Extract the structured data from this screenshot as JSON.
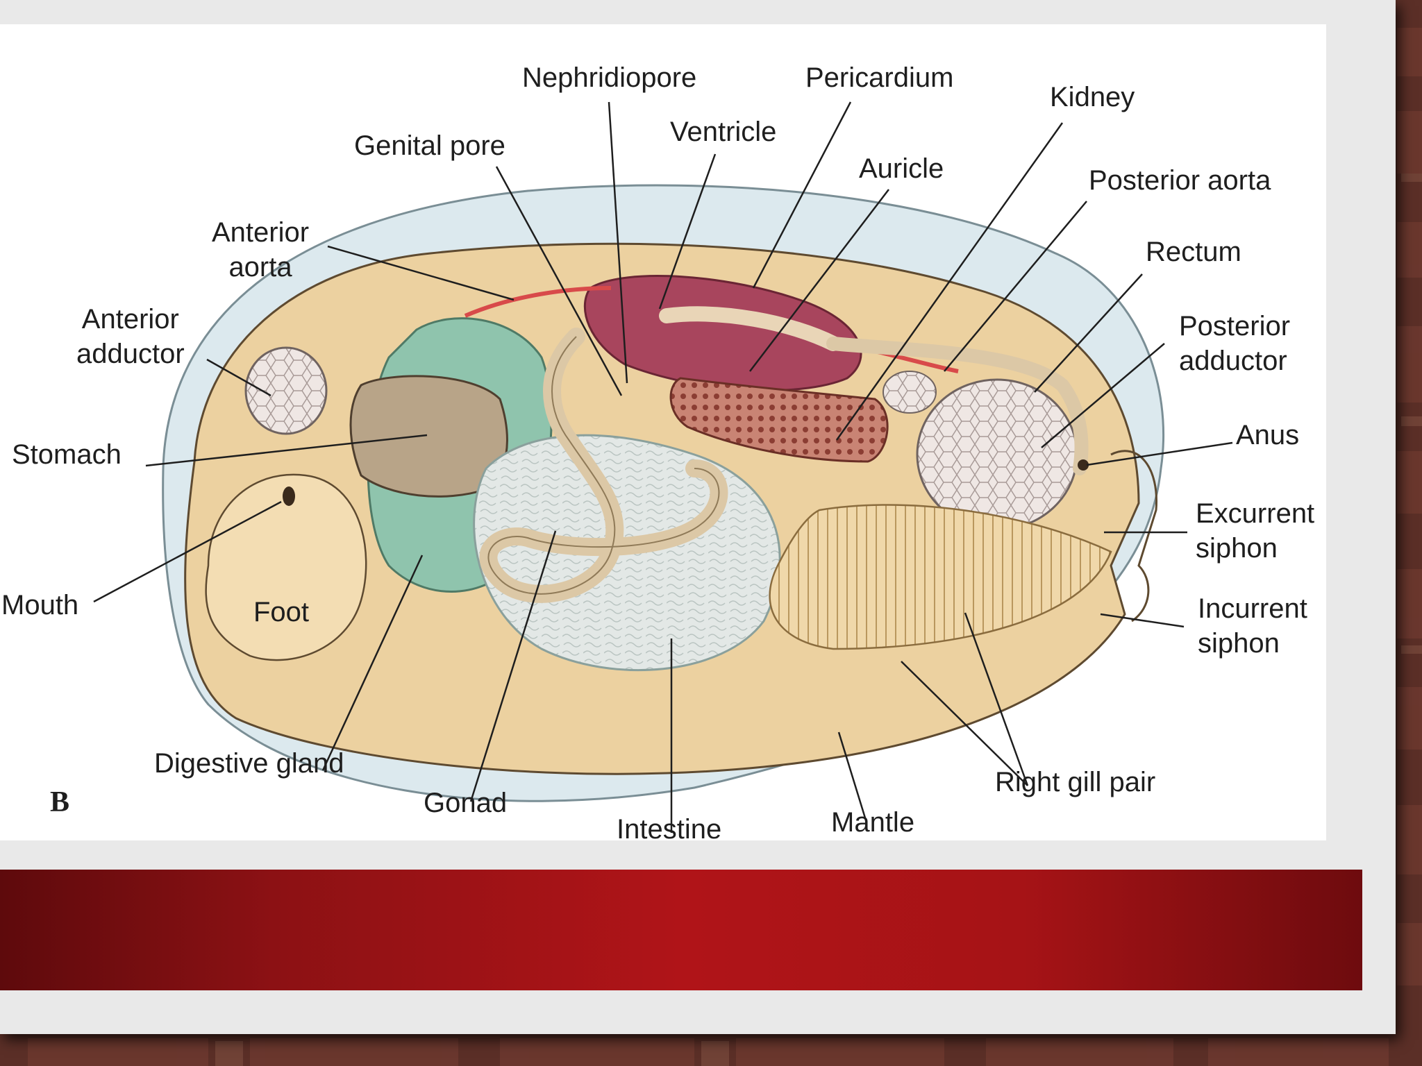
{
  "diagram": {
    "panel_letter": "B",
    "labels": {
      "nephridiopore": "Nephridiopore",
      "pericardium": "Pericardium",
      "kidney": "Kidney",
      "ventricle": "Ventricle",
      "genital_pore": "Genital pore",
      "auricle": "Auricle",
      "posterior_aorta": "Posterior aorta",
      "anterior_aorta": "Anterior\naorta",
      "rectum": "Rectum",
      "anterior_adductor": "Anterior\nadductor",
      "posterior_adductor": "Posterior\nadductor",
      "stomach": "Stomach",
      "anus": "Anus",
      "excurrent_siphon": "Excurrent\nsiphon",
      "mouth": "Mouth",
      "foot": "Foot",
      "incurrent_siphon": "Incurrent\nsiphon",
      "digestive_gland": "Digestive gland",
      "right_gill_pair": "Right gill pair",
      "gonad": "Gonad",
      "mantle": "Mantle",
      "intestine": "Intestine"
    }
  },
  "colors": {
    "body": "#ecd1a0",
    "shell": "#d8e6ea",
    "digestive_gland": "#8fc4ad",
    "pericardium": "#a8455d",
    "kidney": "#9c4a3c",
    "red_band": "#b01418"
  }
}
